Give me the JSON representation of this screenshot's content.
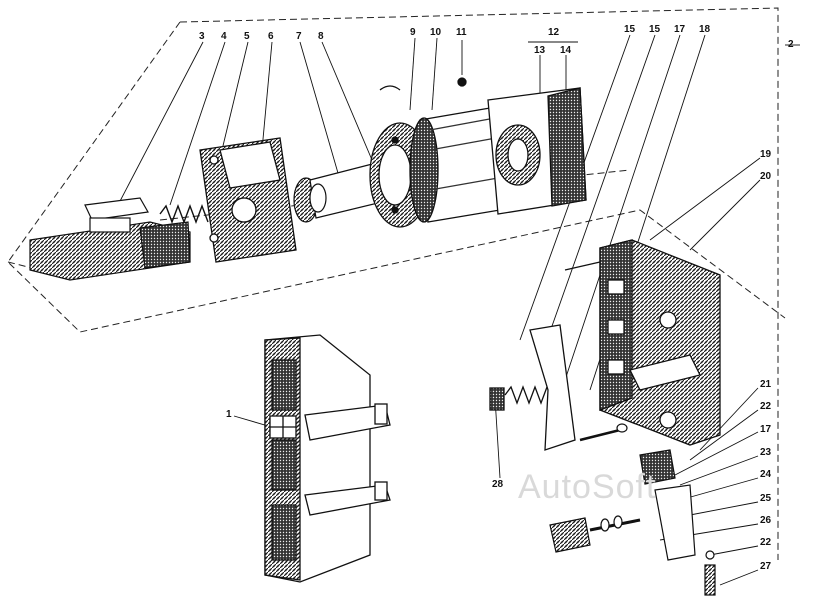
{
  "watermark": "AutoSoft",
  "callouts": {
    "c1": "1",
    "c2": "2",
    "c3": "3",
    "c4": "4",
    "c5": "5",
    "c6": "6",
    "c7": "7",
    "c8": "8",
    "c9": "9",
    "c10": "10",
    "c11": "11",
    "c12": "12",
    "c13": "13",
    "c14": "14",
    "c15a": "15",
    "c15b": "15",
    "c17a": "17",
    "c18": "18",
    "c19": "19",
    "c20": "20",
    "c21": "21",
    "c22a": "22",
    "c17b": "17",
    "c23": "23",
    "c24": "24",
    "c25": "25",
    "c26": "26",
    "c22b": "22",
    "c27": "27",
    "c28": "28"
  }
}
